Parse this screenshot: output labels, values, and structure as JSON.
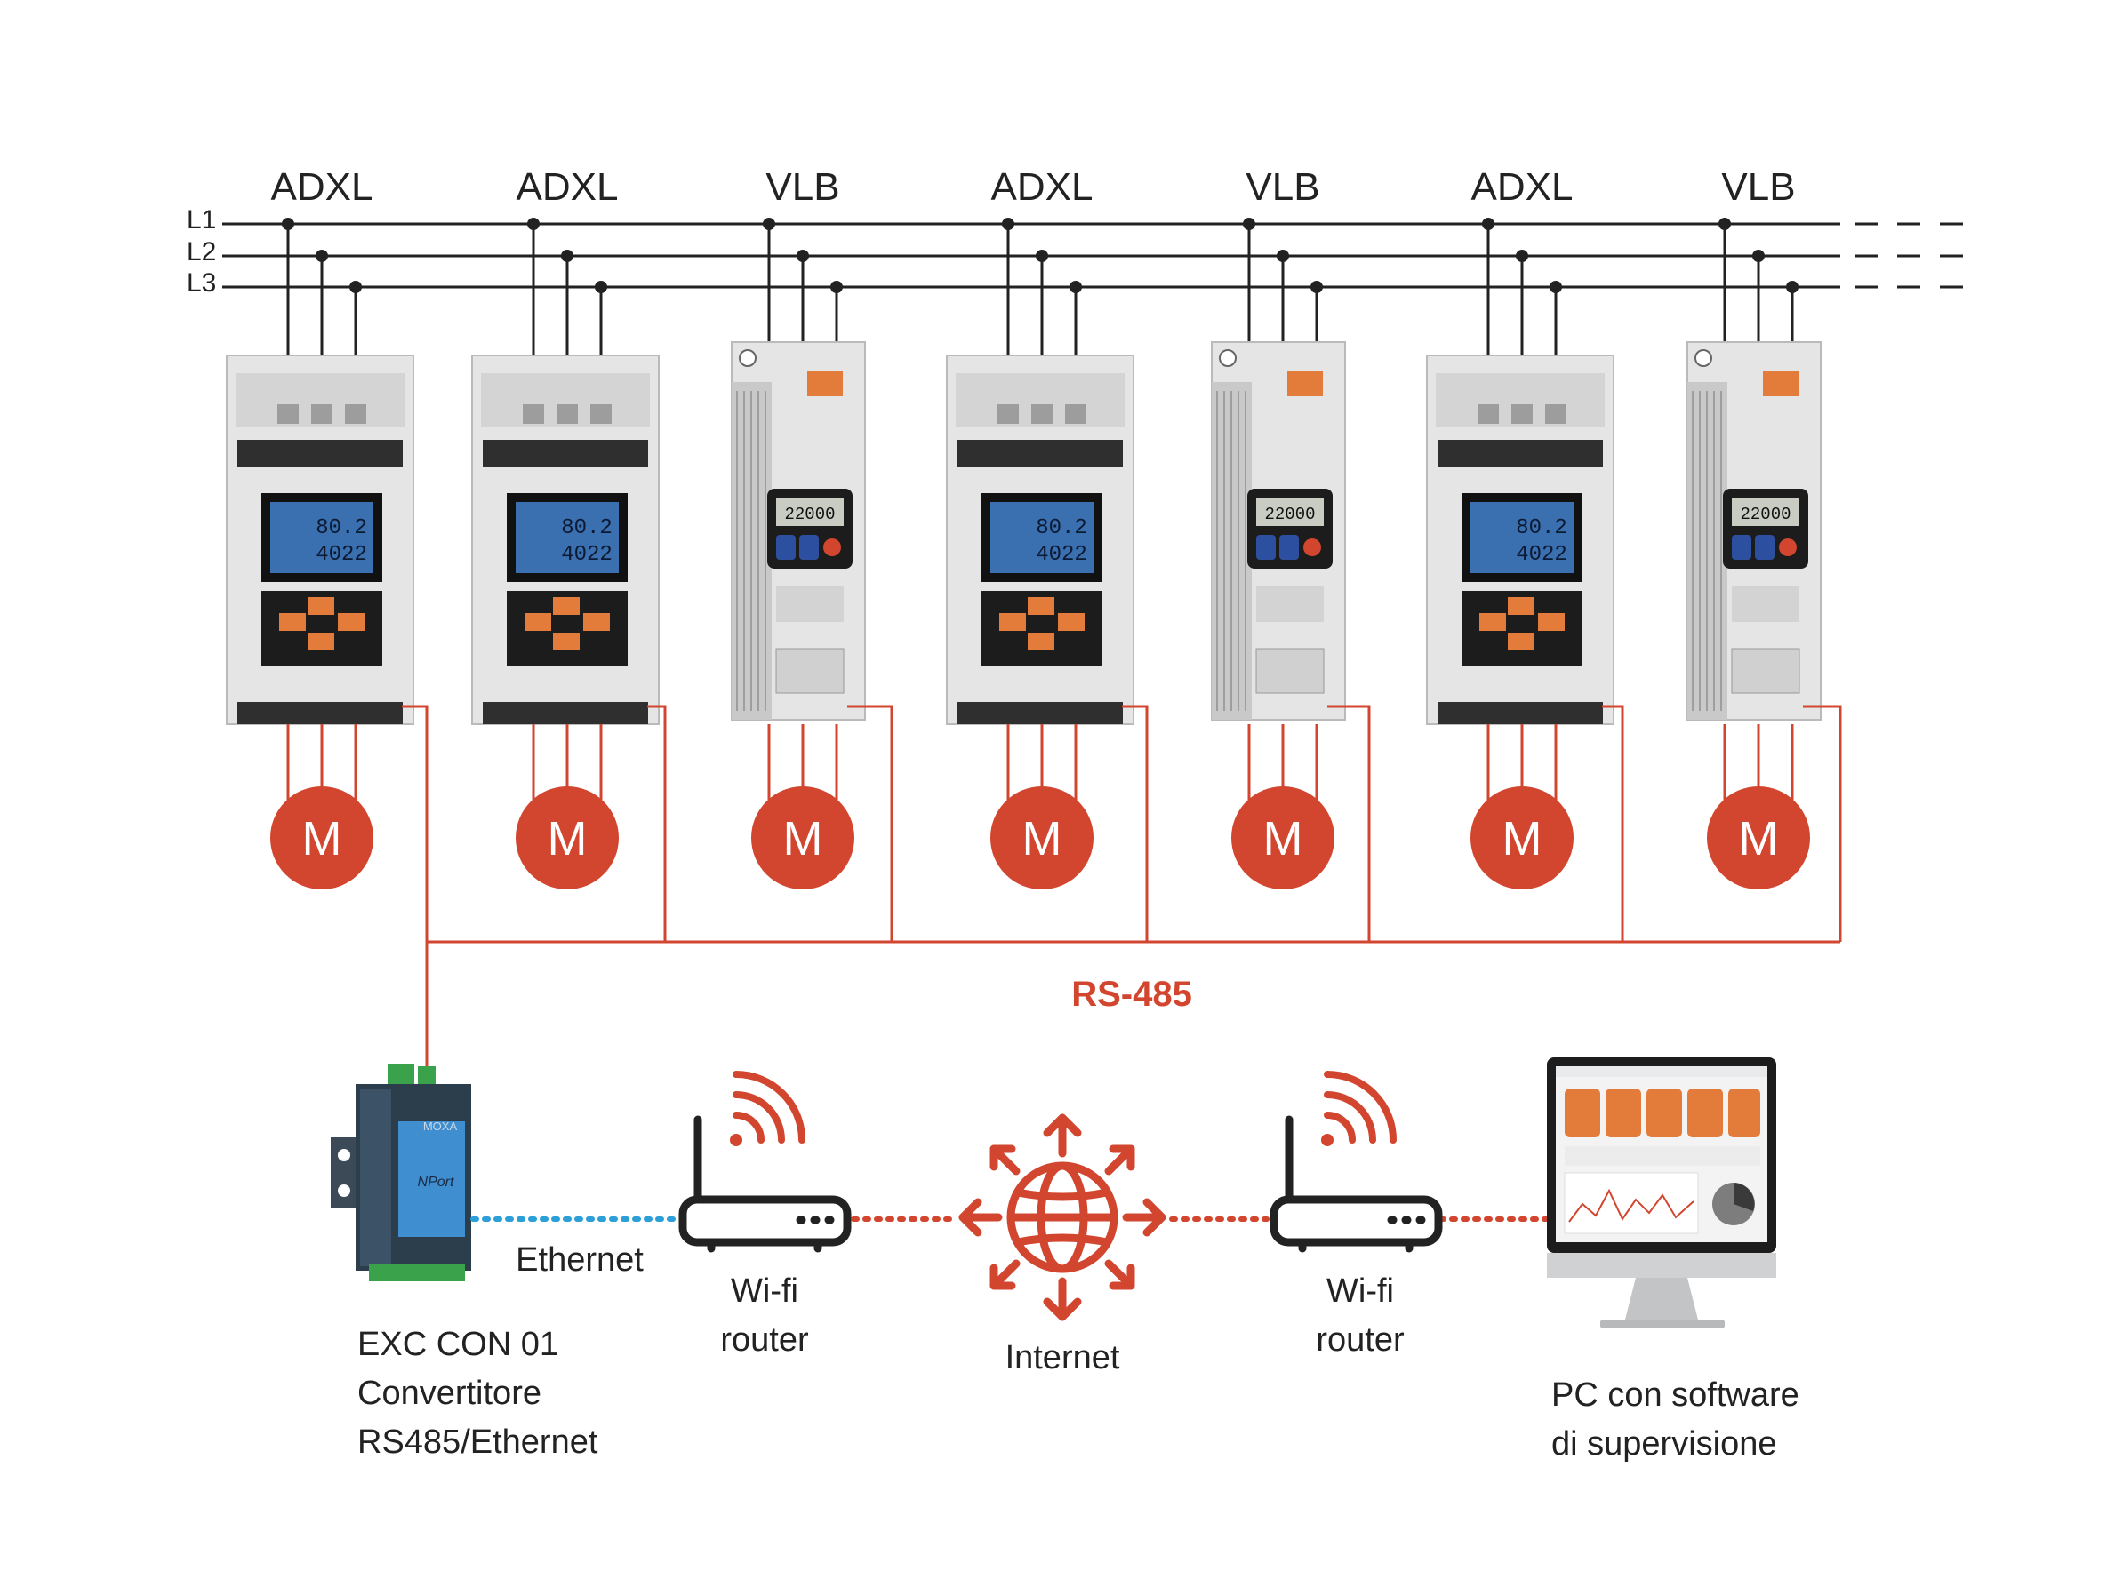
{
  "lines": [
    "L1",
    "L2",
    "L3"
  ],
  "devices": [
    {
      "label": "ADXL",
      "model": "ADXL"
    },
    {
      "label": "ADXL",
      "model": "ADXL"
    },
    {
      "label": "VLB",
      "model": "VLB"
    },
    {
      "label": "ADXL",
      "model": "ADXL"
    },
    {
      "label": "VLB",
      "model": "VLB"
    },
    {
      "label": "ADXL",
      "model": "ADXL"
    },
    {
      "label": "VLB",
      "model": "VLB"
    }
  ],
  "motor_label": "M",
  "adxl_display": {
    "line1": "80.2",
    "line2": "4022"
  },
  "vlb_display": "22000",
  "bus_label": "RS-485",
  "network": {
    "converter_label": [
      "EXC CON 01",
      "Convertitore",
      "RS485/Ethernet"
    ],
    "converter_brand": "MOXA",
    "converter_model": "NPort",
    "ethernet_label": "Ethernet",
    "router1_label": [
      "Wi-fi",
      "router"
    ],
    "internet_label": "Internet",
    "router2_label": [
      "Wi-fi",
      "router"
    ],
    "pc_label": [
      "PC con software",
      "di supervisione"
    ]
  },
  "colors": {
    "accent": "#d2462f",
    "ethernet": "#2d9fd8",
    "line": "#222222",
    "device_body": "#e4e5e4",
    "lcd": "#3a6fb0"
  }
}
